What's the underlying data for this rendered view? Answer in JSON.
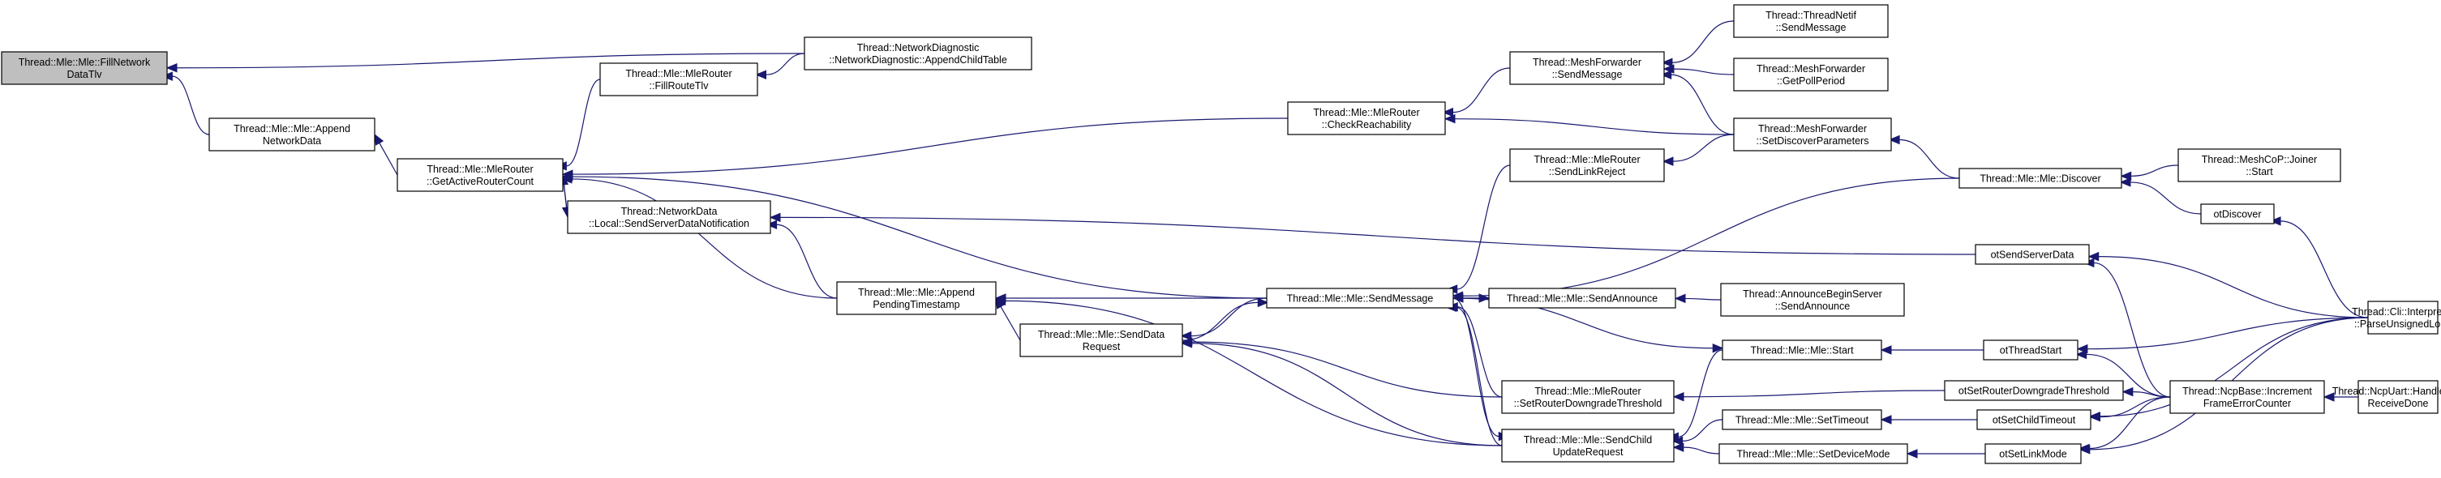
{
  "graph": {
    "nodes": [
      {
        "id": "n1",
        "lines": [
          "Thread::Mle::Mle::FillNetwork",
          "DataTlv"
        ],
        "root": true
      },
      {
        "id": "n2",
        "lines": [
          "Thread::Mle::Mle::Append",
          "NetworkData"
        ]
      },
      {
        "id": "n3",
        "lines": [
          "Thread::NetworkDiagnostic",
          "::NetworkDiagnostic::AppendChildTable"
        ]
      },
      {
        "id": "n4",
        "lines": [
          "Thread::Mle::MleRouter",
          "::GetActiveRouterCount"
        ]
      },
      {
        "id": "n5",
        "lines": [
          "Thread::Mle::MleRouter",
          "::FillRouteTlv"
        ]
      },
      {
        "id": "n6",
        "lines": [
          "Thread::NetworkData",
          "::Local::SendServerDataNotification"
        ]
      },
      {
        "id": "n7",
        "lines": [
          "Thread::Mle::Mle::Append",
          "PendingTimestamp"
        ]
      },
      {
        "id": "n8",
        "lines": [
          "Thread::Mle::Mle::SendData",
          "Request"
        ]
      },
      {
        "id": "n9",
        "lines": [
          "Thread::Mle::MleRouter",
          "::CheckReachability"
        ]
      },
      {
        "id": "n10",
        "lines": [
          "Thread::Mle::Mle::SendMessage"
        ]
      },
      {
        "id": "n11",
        "lines": [
          "Thread::Mle::MleRouter",
          "::SendLinkReject"
        ]
      },
      {
        "id": "n12",
        "lines": [
          "Thread::MeshForwarder",
          "::SendMessage"
        ]
      },
      {
        "id": "n13",
        "lines": [
          "Thread::Mle::Mle::SendAnnounce"
        ]
      },
      {
        "id": "n14",
        "lines": [
          "Thread::Mle::MleRouter",
          "::SetRouterDowngradeThreshold"
        ]
      },
      {
        "id": "n15",
        "lines": [
          "Thread::Mle::Mle::SendChild",
          "UpdateRequest"
        ]
      },
      {
        "id": "n16",
        "lines": [
          "Thread::ThreadNetif",
          "::SendMessage"
        ]
      },
      {
        "id": "n17",
        "lines": [
          "Thread::MeshForwarder",
          "::GetPollPeriod"
        ]
      },
      {
        "id": "n18",
        "lines": [
          "Thread::MeshForwarder",
          "::SetDiscoverParameters"
        ]
      },
      {
        "id": "n19",
        "lines": [
          "Thread::AnnounceBeginServer",
          "::SendAnnounce"
        ]
      },
      {
        "id": "n20",
        "lines": [
          "Thread::Mle::Mle::Start"
        ]
      },
      {
        "id": "n21",
        "lines": [
          "Thread::Mle::Mle::SetTimeout"
        ]
      },
      {
        "id": "n22",
        "lines": [
          "Thread::Mle::Mle::SetDeviceMode"
        ]
      },
      {
        "id": "n23",
        "lines": [
          "Thread::Mle::Mle::Discover"
        ]
      },
      {
        "id": "n24",
        "lines": [
          "otSendServerData"
        ]
      },
      {
        "id": "n25",
        "lines": [
          "otThreadStart"
        ]
      },
      {
        "id": "n26",
        "lines": [
          "otSetRouterDowngradeThreshold"
        ]
      },
      {
        "id": "n27",
        "lines": [
          "otSetChildTimeout"
        ]
      },
      {
        "id": "n28",
        "lines": [
          "otSetLinkMode"
        ]
      },
      {
        "id": "n29",
        "lines": [
          "Thread::MeshCoP::Joiner",
          "::Start"
        ]
      },
      {
        "id": "n30",
        "lines": [
          "otDiscover"
        ]
      },
      {
        "id": "n31",
        "lines": [
          "Thread::NcpBase::Increment",
          "FrameErrorCounter"
        ]
      },
      {
        "id": "n32",
        "lines": [
          "Thread::Cli::Interpreter",
          "::ParseUnsignedLong"
        ]
      },
      {
        "id": "n33",
        "lines": [
          "Thread::NcpUart::HandleUart",
          "ReceiveDone"
        ]
      }
    ],
    "edges": [
      {
        "from": "n2",
        "to": "n1"
      },
      {
        "from": "n3",
        "to": "n1"
      },
      {
        "from": "n4",
        "to": "n2"
      },
      {
        "from": "n5",
        "to": "n4"
      },
      {
        "from": "n3",
        "to": "n5"
      },
      {
        "from": "n9",
        "to": "n4"
      },
      {
        "from": "n6",
        "to": "n4"
      },
      {
        "from": "n4",
        "to": "n6"
      },
      {
        "from": "n7",
        "to": "n4"
      },
      {
        "from": "n10",
        "to": "n4"
      },
      {
        "from": "n7",
        "to": "n6"
      },
      {
        "from": "n24",
        "to": "n6"
      },
      {
        "from": "n10",
        "to": "n7"
      },
      {
        "from": "n8",
        "to": "n7"
      },
      {
        "from": "n15",
        "to": "n7"
      },
      {
        "from": "n10",
        "to": "n8"
      },
      {
        "from": "n8",
        "to": "n10"
      },
      {
        "from": "n14",
        "to": "n8"
      },
      {
        "from": "n15",
        "to": "n8"
      },
      {
        "from": "n12",
        "to": "n9"
      },
      {
        "from": "n18",
        "to": "n9"
      },
      {
        "from": "n11",
        "to": "n10"
      },
      {
        "from": "n23",
        "to": "n10"
      },
      {
        "from": "n13",
        "to": "n10"
      },
      {
        "from": "n10",
        "to": "n13"
      },
      {
        "from": "n14",
        "to": "n10"
      },
      {
        "from": "n15",
        "to": "n10"
      },
      {
        "from": "n10",
        "to": "n15"
      },
      {
        "from": "n10",
        "to": "n20"
      },
      {
        "from": "n18",
        "to": "n11"
      },
      {
        "from": "n16",
        "to": "n12"
      },
      {
        "from": "n17",
        "to": "n12"
      },
      {
        "from": "n18",
        "to": "n12"
      },
      {
        "from": "n23",
        "to": "n18"
      },
      {
        "from": "n19",
        "to": "n13"
      },
      {
        "from": "n26",
        "to": "n14"
      },
      {
        "from": "n20",
        "to": "n15"
      },
      {
        "from": "n21",
        "to": "n15"
      },
      {
        "from": "n22",
        "to": "n15"
      },
      {
        "from": "n25",
        "to": "n20"
      },
      {
        "from": "n27",
        "to": "n21"
      },
      {
        "from": "n28",
        "to": "n22"
      },
      {
        "from": "n29",
        "to": "n23"
      },
      {
        "from": "n30",
        "to": "n23"
      },
      {
        "from": "n31",
        "to": "n24"
      },
      {
        "from": "n32",
        "to": "n24"
      },
      {
        "from": "n32",
        "to": "n25"
      },
      {
        "from": "n31",
        "to": "n25"
      },
      {
        "from": "n31",
        "to": "n26"
      },
      {
        "from": "n31",
        "to": "n27"
      },
      {
        "from": "n32",
        "to": "n27"
      },
      {
        "from": "n31",
        "to": "n28"
      },
      {
        "from": "n32",
        "to": "n28"
      },
      {
        "from": "n32",
        "to": "n30"
      },
      {
        "from": "n33",
        "to": "n31"
      }
    ]
  },
  "colors": {
    "edge": "#191970",
    "root_fill": "#bfbfbf",
    "node_fill": "#ffffff",
    "node_stroke": "#000000"
  }
}
